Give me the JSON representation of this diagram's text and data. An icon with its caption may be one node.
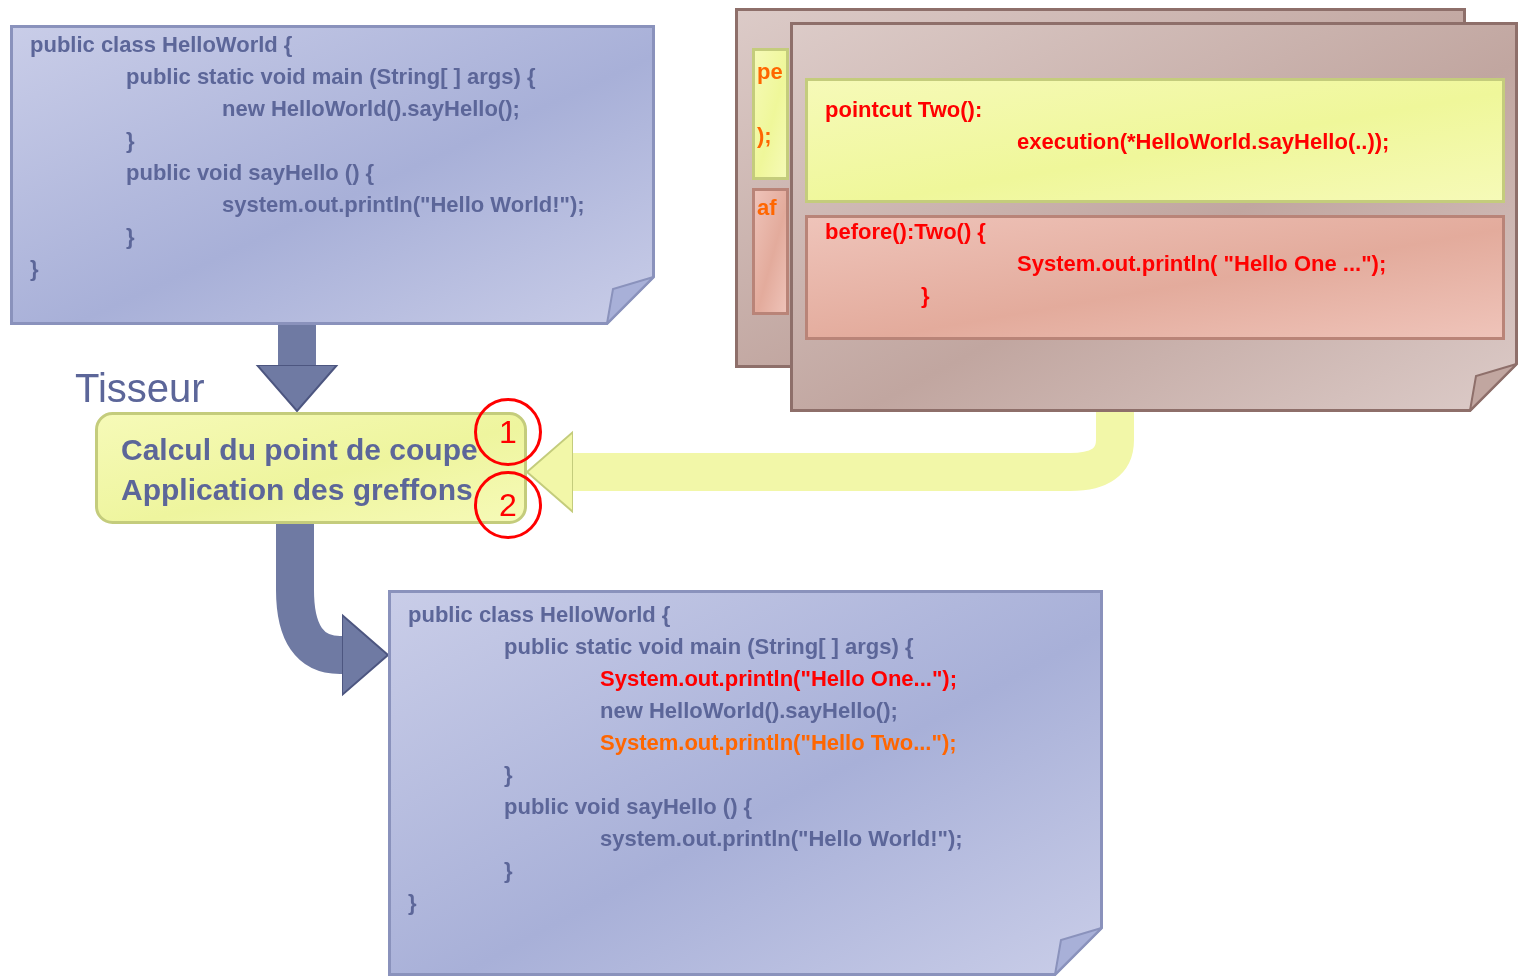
{
  "diagram": {
    "nodes": [
      {
        "text": [
          "public class HelloWorld {",
          "public static void main (String[ ] args)  {",
          "new HelloWorld().sayHello();",
          "}",
          "public void sayHello () {",
          "system.out.println(\"Hello World!\");",
          "}",
          "}"
        ]
      },
      {
        "text": [],
        "shape": "box"
      },
      {
        "text": [
          "pe",
          ");"
        ],
        "in": 1
      },
      {
        "text": [
          "af"
        ],
        "in": 1
      },
      {
        "text": [],
        "shape": "box"
      },
      {
        "text": [
          "pointcut Two():",
          "execution(*HelloWorld.sayHello(..));"
        ],
        "in": 4
      },
      {
        "text": [
          "before():Two() {",
          "System.out.println( \"Hello One ...\");",
          "}"
        ],
        "in": 4
      },
      {
        "text": [
          "Calcul du point de coupe",
          "Application des greffons"
        ],
        "beside": [
          "Tisseur"
        ]
      },
      {
        "text": [
          "public class HelloWorld {",
          "public static void main (String[ ] args) {",
          "System.out.println(\"Hello One...\");",
          "new HelloWorld().sayHello();",
          "System.out.println(\"Hello Two...\");",
          "}",
          "public void sayHello () {",
          "system.out.println(\"Hello World!\");",
          "}",
          "}"
        ]
      }
    ],
    "edges": [
      {
        "from": 0,
        "to": 7,
        "arrow": "to"
      },
      {
        "from": 4,
        "to": 7,
        "arrow": "to",
        "color": "#f2f7a8"
      },
      {
        "from": 7,
        "to": 8,
        "arrow": "to"
      }
    ],
    "labels": [
      "1",
      "2"
    ]
  }
}
